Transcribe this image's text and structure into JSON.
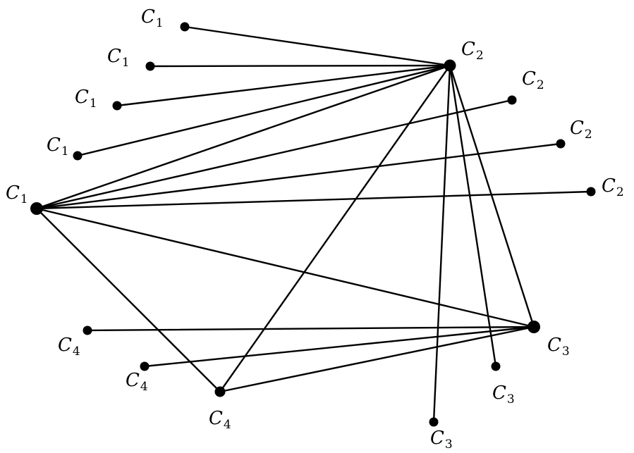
{
  "graph": {
    "nodes": [
      {
        "id": "c1-hub",
        "label": "C",
        "sub": "1"
      },
      {
        "id": "c2-hub",
        "label": "C",
        "sub": "2"
      },
      {
        "id": "c3-hub",
        "label": "C",
        "sub": "3"
      },
      {
        "id": "c4-hub",
        "label": "C",
        "sub": "4"
      },
      {
        "id": "c1-leaf-1",
        "label": "C",
        "sub": "1"
      },
      {
        "id": "c1-leaf-2",
        "label": "C",
        "sub": "1"
      },
      {
        "id": "c1-leaf-3",
        "label": "C",
        "sub": "1"
      },
      {
        "id": "c1-leaf-4",
        "label": "C",
        "sub": "1"
      },
      {
        "id": "c2-leaf-1",
        "label": "C",
        "sub": "2"
      },
      {
        "id": "c2-leaf-2",
        "label": "C",
        "sub": "2"
      },
      {
        "id": "c2-leaf-3",
        "label": "C",
        "sub": "2"
      },
      {
        "id": "c3-leaf-1",
        "label": "C",
        "sub": "3"
      },
      {
        "id": "c3-leaf-2",
        "label": "C",
        "sub": "3"
      },
      {
        "id": "c4-leaf-1",
        "label": "C",
        "sub": "4"
      },
      {
        "id": "c4-leaf-2",
        "label": "C",
        "sub": "4"
      }
    ],
    "edges": [
      [
        "c2-hub",
        "c1-leaf-1"
      ],
      [
        "c2-hub",
        "c1-leaf-2"
      ],
      [
        "c2-hub",
        "c1-leaf-3"
      ],
      [
        "c2-hub",
        "c1-leaf-4"
      ],
      [
        "c2-hub",
        "c1-hub"
      ],
      [
        "c2-hub",
        "c4-hub"
      ],
      [
        "c2-hub",
        "c3-hub"
      ],
      [
        "c2-hub",
        "c3-leaf-1"
      ],
      [
        "c2-hub",
        "c3-leaf-2"
      ],
      [
        "c1-hub",
        "c2-leaf-1"
      ],
      [
        "c1-hub",
        "c2-leaf-2"
      ],
      [
        "c1-hub",
        "c2-leaf-3"
      ],
      [
        "c1-hub",
        "c3-hub"
      ],
      [
        "c1-hub",
        "c4-hub"
      ],
      [
        "c3-hub",
        "c4-leaf-1"
      ],
      [
        "c3-hub",
        "c4-leaf-2"
      ],
      [
        "c3-hub",
        "c4-hub"
      ]
    ]
  }
}
